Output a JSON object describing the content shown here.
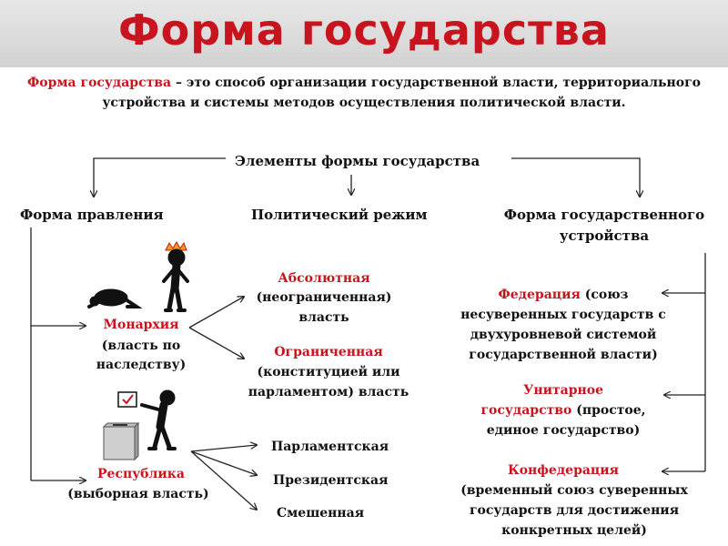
{
  "header": {
    "title": "Форма государства"
  },
  "definition": {
    "term": "Форма государства",
    "dash": "–",
    "text": "это способ организации государственной власти, территориального устройства и системы методов осуществления политической власти."
  },
  "elements_label": "Элементы формы государства",
  "columns": {
    "government": "Форма правления",
    "regime": "Политический режим",
    "structure_line1": "Форма государственного",
    "structure_line2": "устройства"
  },
  "monarchy": {
    "name": "Монархия",
    "desc1": "(власть по",
    "desc2": "наследству)",
    "absolute": "Абсолютная",
    "absolute_desc1": "(неограниченная)",
    "absolute_desc2": "власть",
    "limited": "Ограниченная",
    "limited_desc1": "(конституцией или",
    "limited_desc2": "парламентом) власть"
  },
  "republic": {
    "name": "Республика",
    "desc": "(выборная власть)",
    "types": [
      "Парламентская",
      "Президентская",
      "Смешенная"
    ]
  },
  "federation": {
    "name": "Федерация",
    "desc_a": "(союз",
    "desc1": "несуверенных государств с",
    "desc2": "двухуровневой системой",
    "desc3": "государственной власти)"
  },
  "unitary": {
    "name1": "Унитарное",
    "name2": "государство",
    "desc_a": "(простое,",
    "desc2": "единое государство)"
  },
  "confederation": {
    "name": "Конфедерация",
    "desc1": "(временный союз суверенных",
    "desc2": "государств для достижения",
    "desc3": "конкретных целей)"
  },
  "colors": {
    "accent": "#c8141e",
    "text": "#111111",
    "line": "#222222"
  },
  "icons": [
    "king-figure-icon",
    "bowing-figure-icon",
    "voter-figure-icon",
    "ballot-box-icon",
    "ballot-paper-icon"
  ]
}
